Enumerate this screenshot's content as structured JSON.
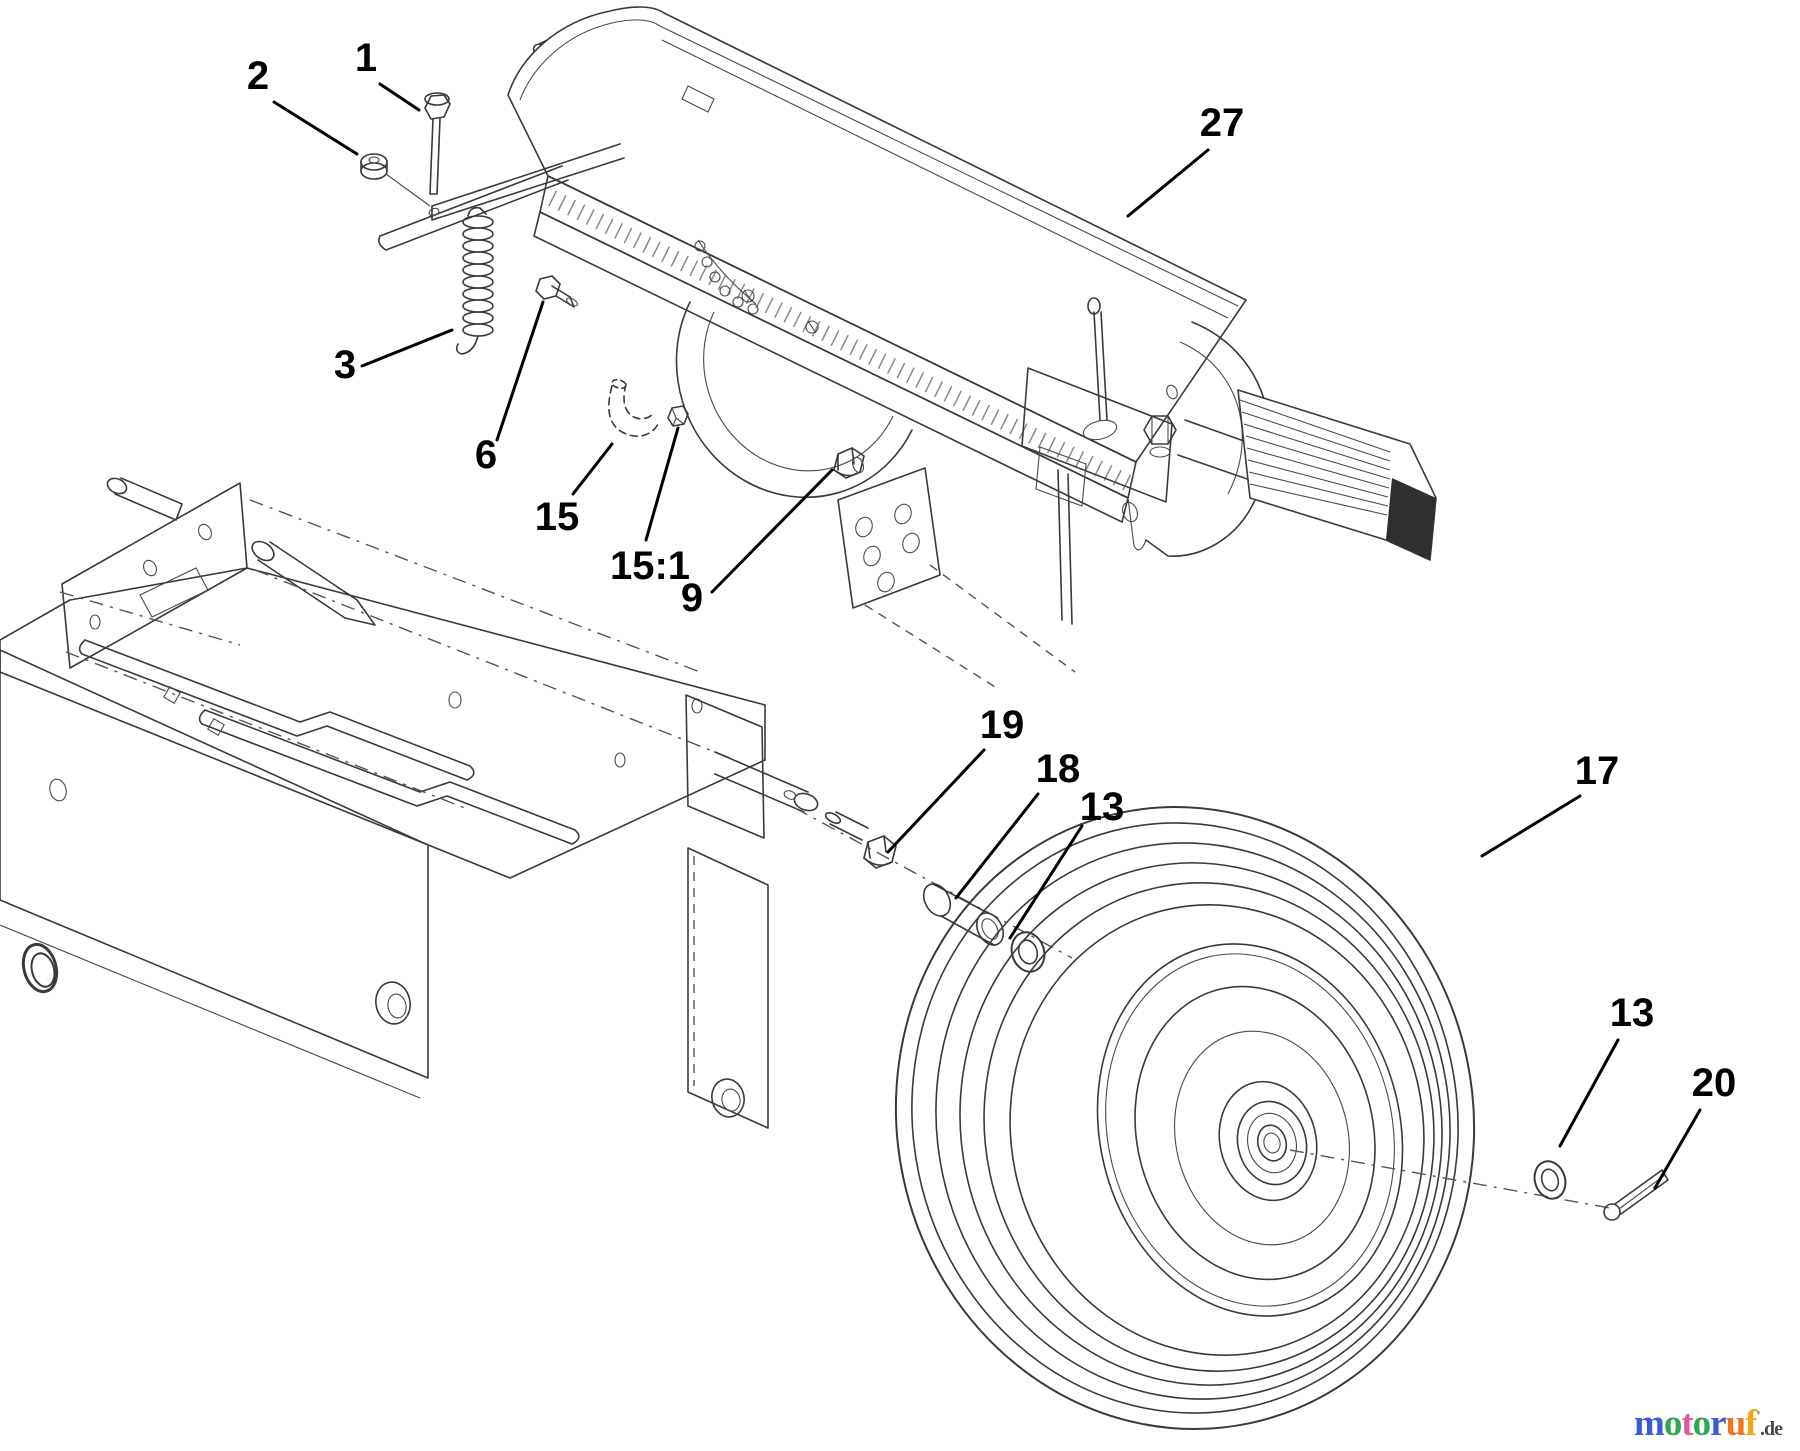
{
  "page": {
    "background": "#ffffff",
    "line_color": "#3a3a3a",
    "label_color": "#000000",
    "description_of_pixels": "Exploded parts line diagram: upper housing assembly, chassis frame, wheel with axle hardware, numbered callouts"
  },
  "callouts": [
    {
      "text": "1"
    },
    {
      "text": "2"
    },
    {
      "text": "3"
    },
    {
      "text": "6"
    },
    {
      "text": "15"
    },
    {
      "text": "15:1"
    },
    {
      "text": "9"
    },
    {
      "text": "27"
    },
    {
      "text": "19"
    },
    {
      "text": "18"
    },
    {
      "text": "13"
    },
    {
      "text": "17"
    },
    {
      "text": "13"
    },
    {
      "text": "20"
    }
  ],
  "logo": {
    "letters": [
      {
        "char": "m",
        "color": "#3b5bd6"
      },
      {
        "char": "o",
        "color": "#2fa84f"
      },
      {
        "char": "t",
        "color": "#e8559c"
      },
      {
        "char": "o",
        "color": "#2fa84f"
      },
      {
        "char": "r",
        "color": "#3b5bd6"
      },
      {
        "char": "u",
        "color": "#f07818"
      },
      {
        "char": "f",
        "color": "#f2a71b"
      }
    ],
    "tm_mark": "'",
    "suffix": ".de",
    "suffix_color": "#4a4a42"
  }
}
